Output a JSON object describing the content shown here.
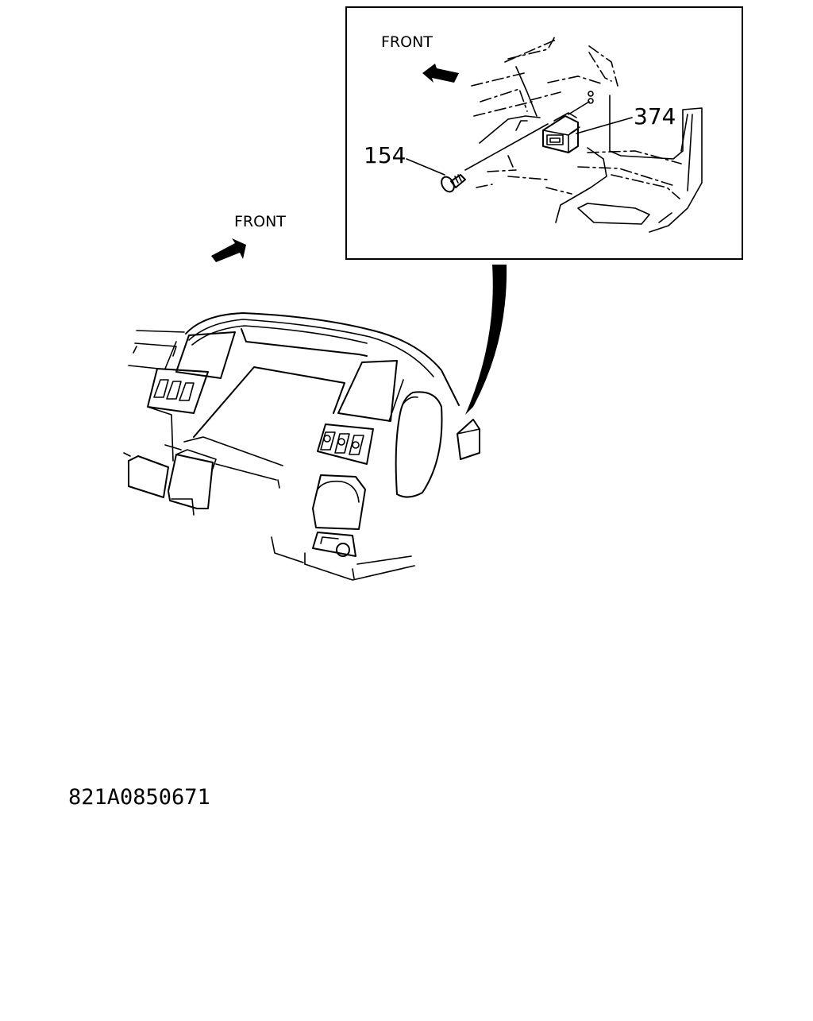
{
  "labels": {
    "front_main": "FRONT",
    "front_detail": "FRONT",
    "part_154": "154",
    "part_374": "374",
    "drawing_code": "821A0850671"
  },
  "icons": [
    "front-arrow-icon",
    "screw-icon",
    "relay-unit-icon"
  ],
  "colors": {
    "ink": "#000000",
    "background": "#ffffff"
  }
}
